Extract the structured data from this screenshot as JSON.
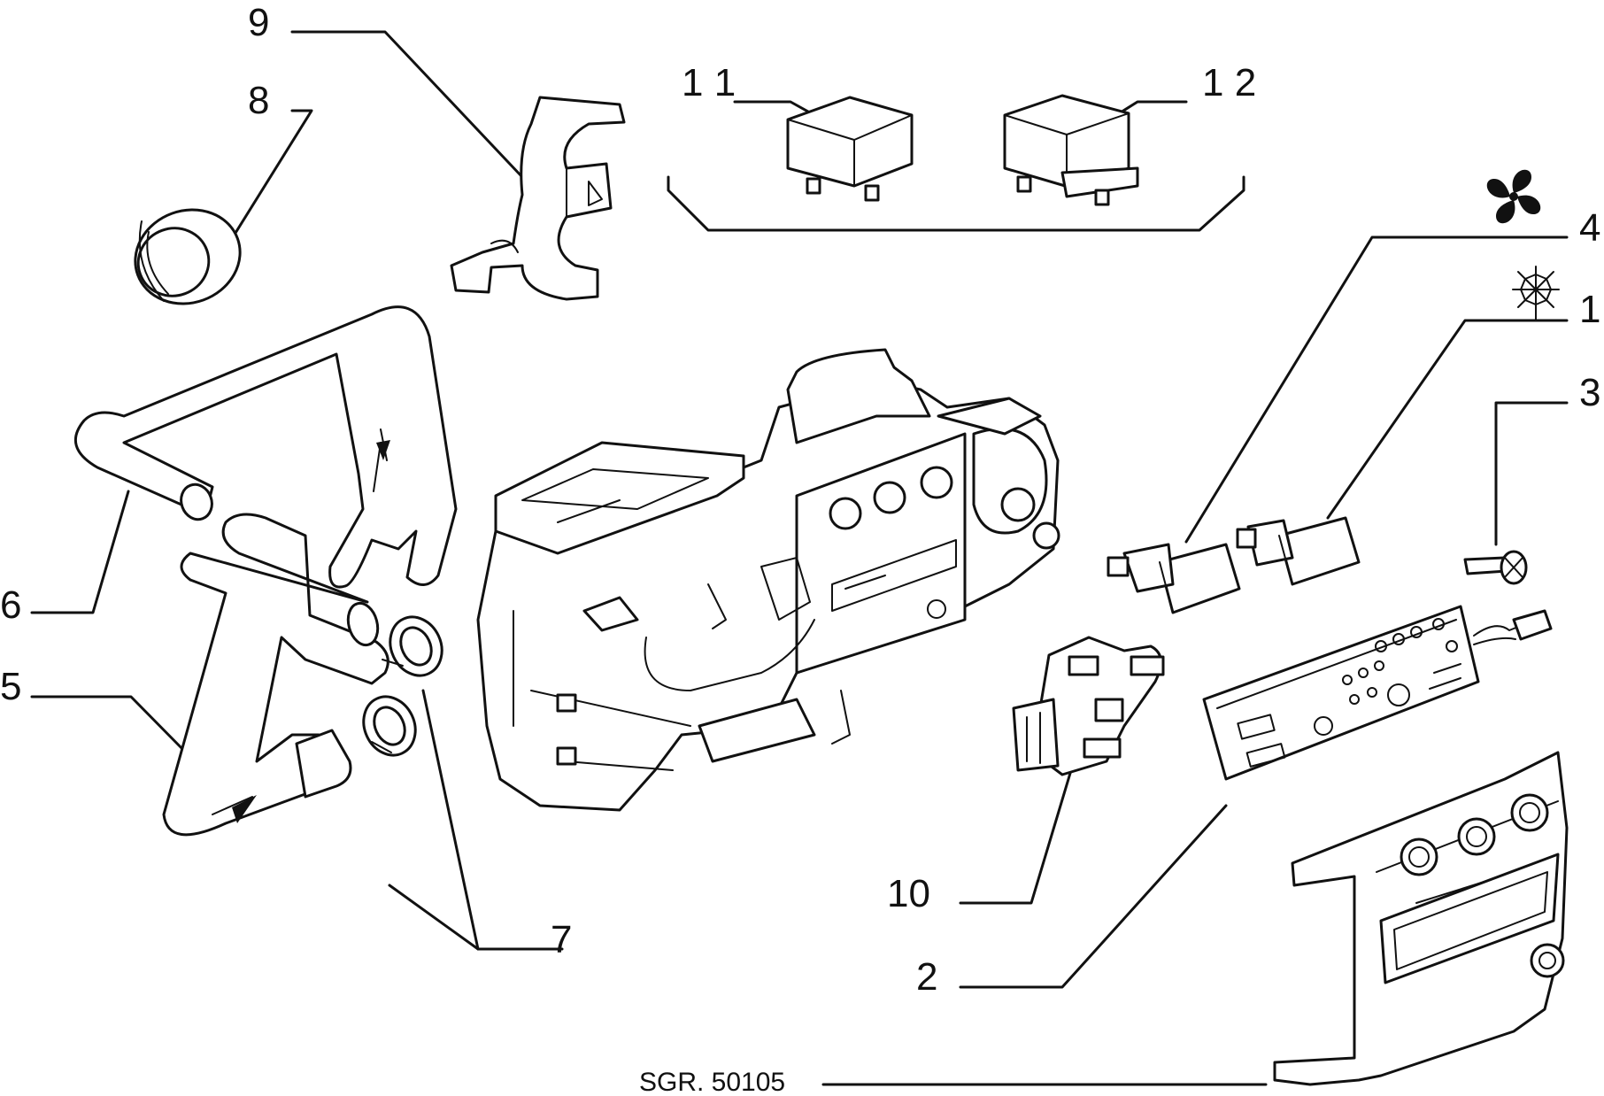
{
  "callouts": [
    {
      "id": "1",
      "label": "1"
    },
    {
      "id": "2",
      "label": "2"
    },
    {
      "id": "3",
      "label": "3"
    },
    {
      "id": "4",
      "label": "4"
    },
    {
      "id": "5",
      "label": "5"
    },
    {
      "id": "6",
      "label": "6"
    },
    {
      "id": "7",
      "label": "7"
    },
    {
      "id": "8",
      "label": "8"
    },
    {
      "id": "9",
      "label": "9"
    },
    {
      "id": "10",
      "label": "10"
    },
    {
      "id": "11",
      "label": "1 1"
    },
    {
      "id": "12",
      "label": "1 2"
    }
  ],
  "reference": "SGR. 50105",
  "icons": {
    "fan": "fan-icon",
    "snowflake": "snowflake-icon"
  }
}
